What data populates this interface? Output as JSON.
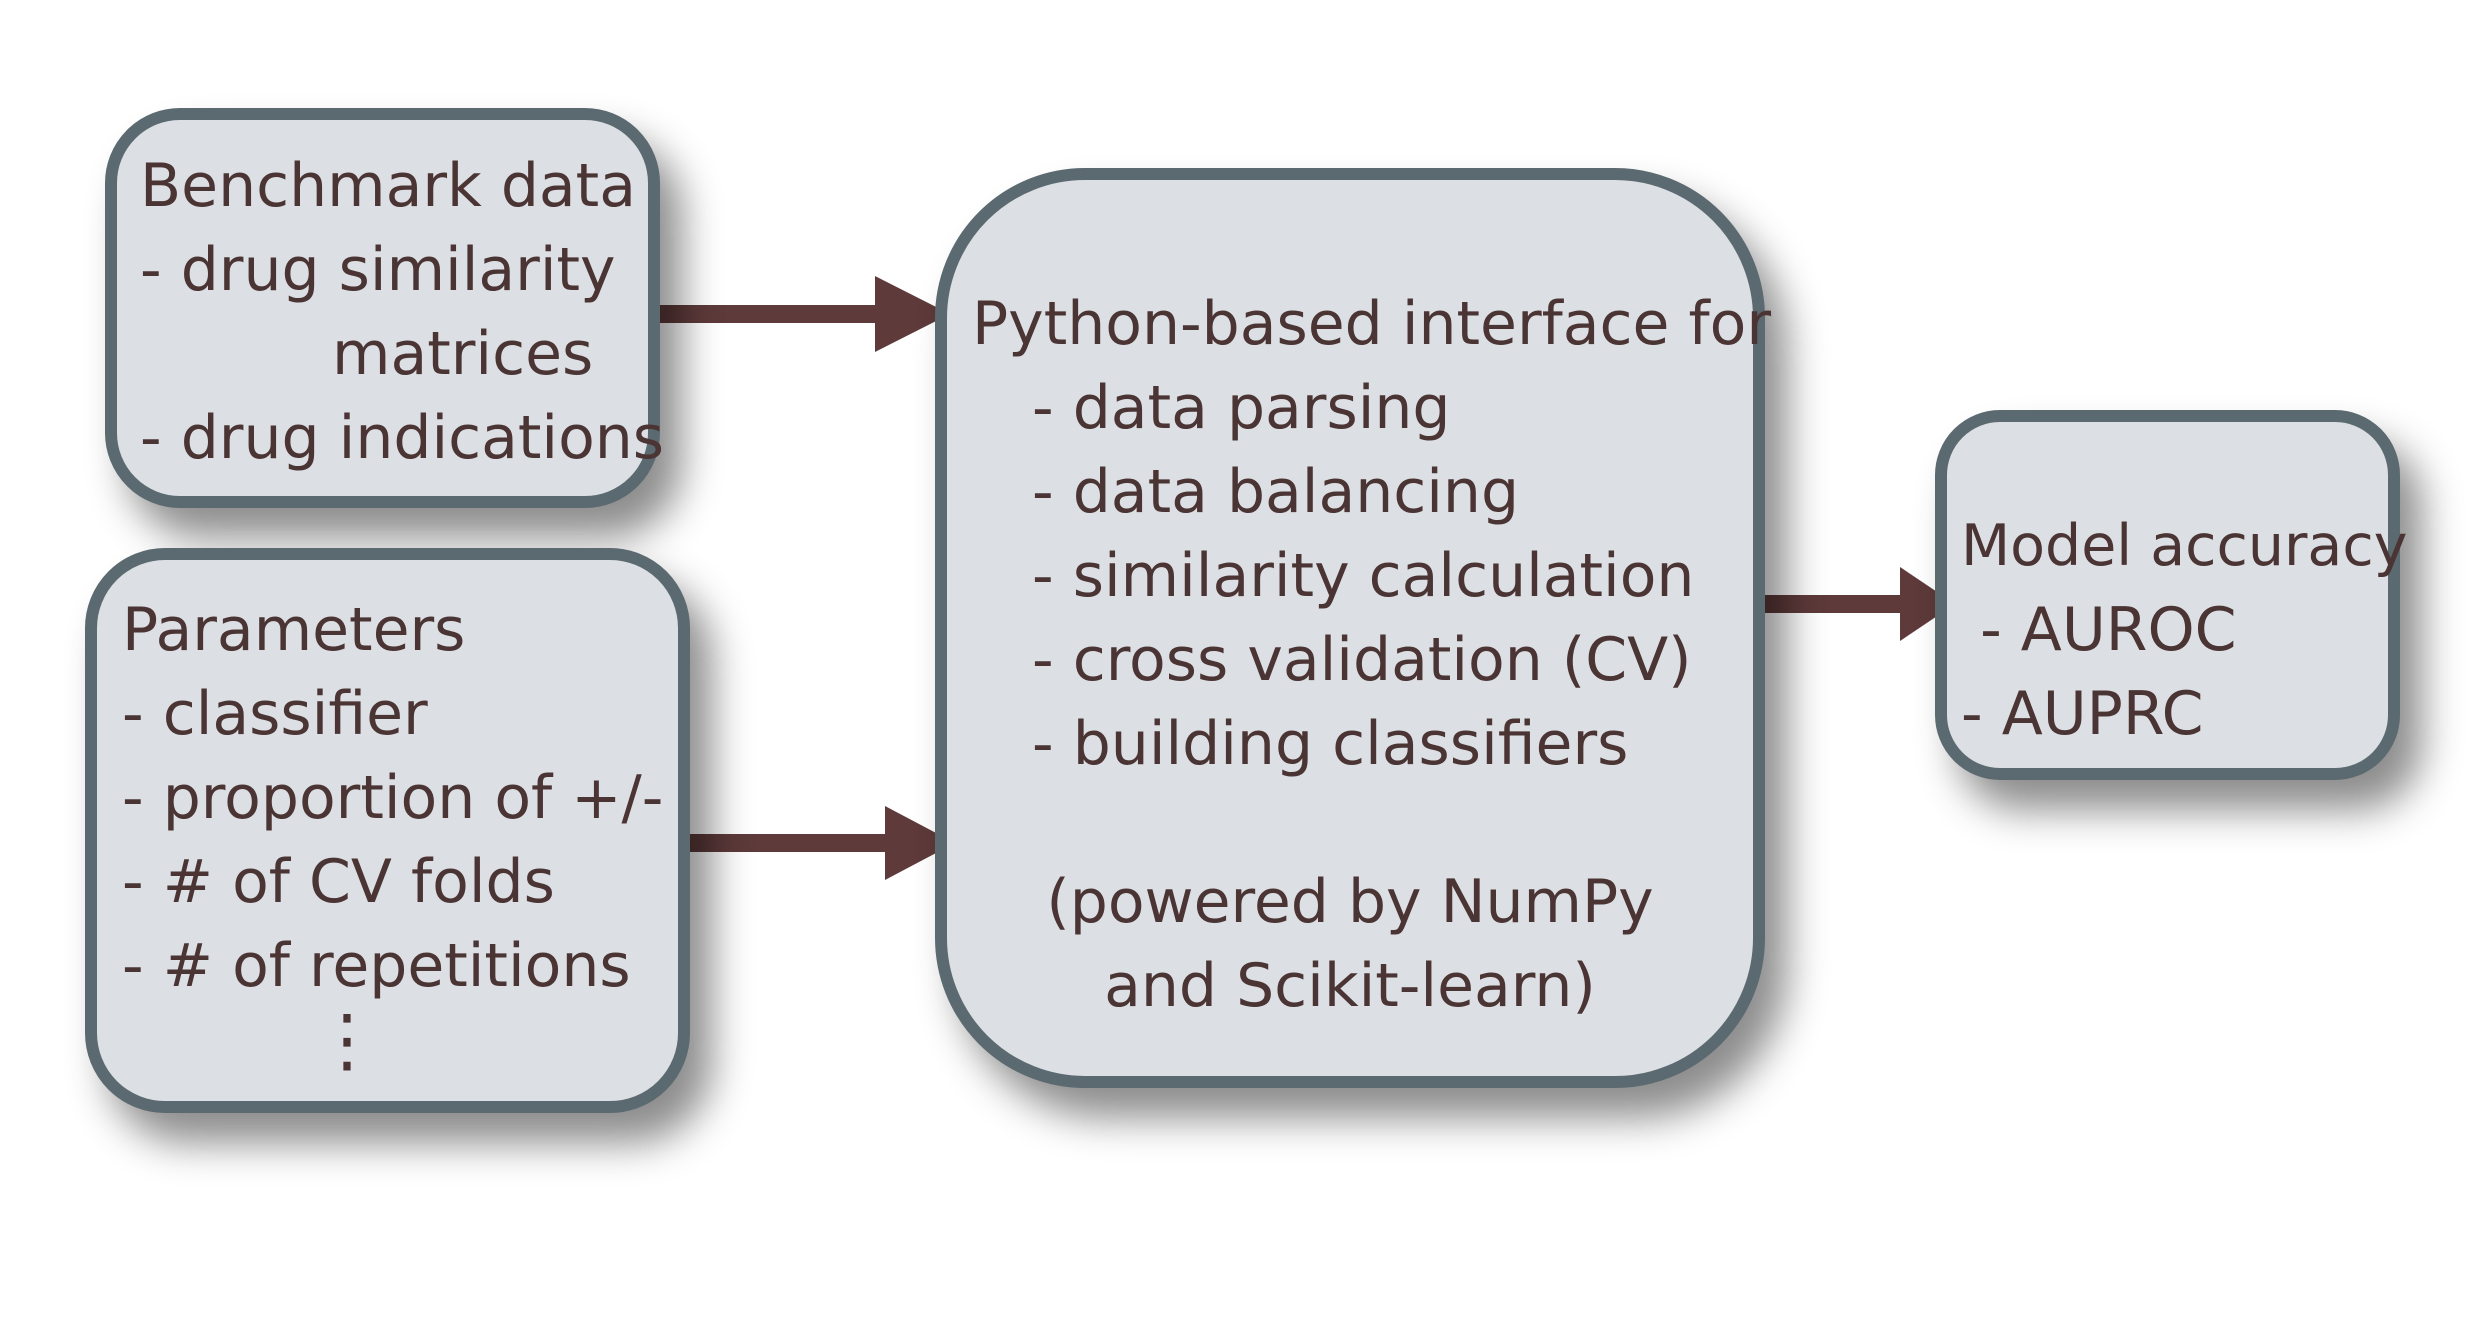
{
  "benchmark": {
    "title": "Benchmark data",
    "item1": "- drug similarity",
    "item1_cont": "matrices",
    "item2": "- drug indications"
  },
  "parameters": {
    "title": "Parameters",
    "items": [
      "- classifier",
      "- proportion of +/-",
      "- # of CV folds",
      "- # of repetitions"
    ],
    "ellipsis": "⋮"
  },
  "interface": {
    "title": "Python-based interface for",
    "items": [
      "- data parsing",
      "- data balancing",
      "- similarity calculation",
      "- cross validation (CV)",
      "- building classifiers"
    ],
    "powered_line1": "(powered by NumPy",
    "powered_line2": "and Scikit-learn)"
  },
  "output": {
    "title": "Model accuracy",
    "items": [
      " - AUROC",
      "- AUPRC"
    ]
  },
  "colors": {
    "box_fill": "#dcdfe3",
    "box_border": "#5b6a70",
    "text": "#4a3434",
    "arrow": "#5e3a3a"
  }
}
